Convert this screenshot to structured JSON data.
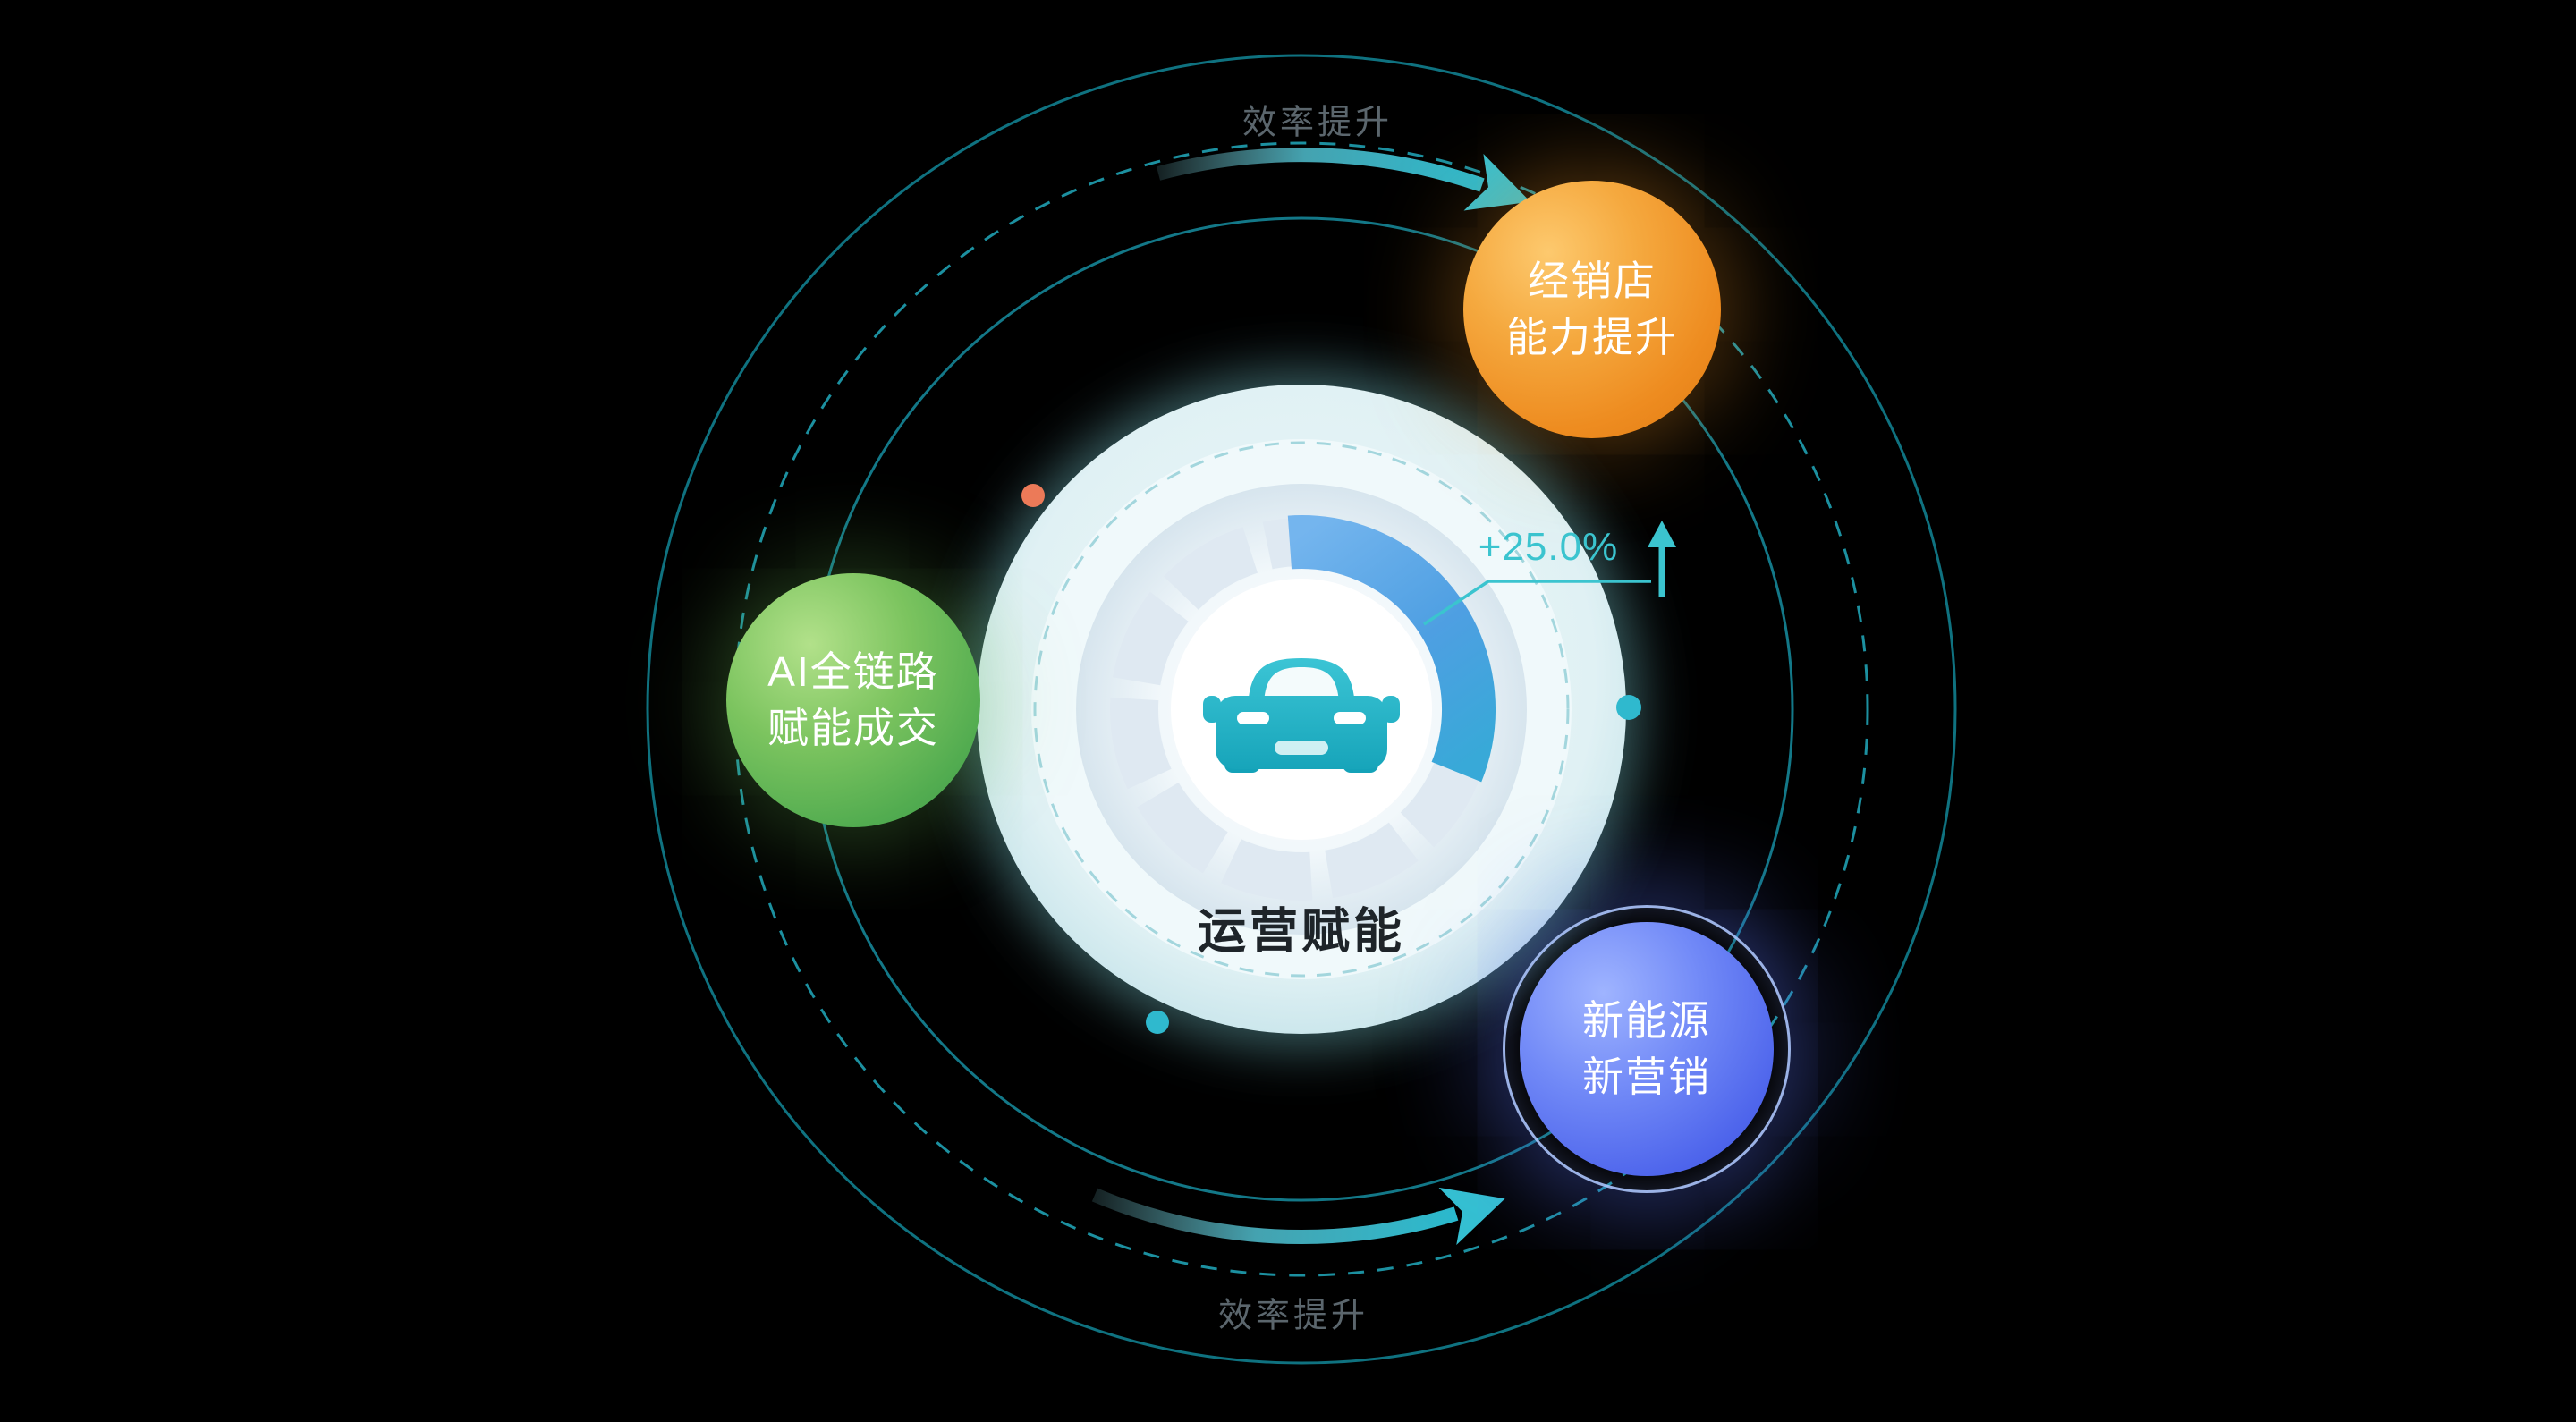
{
  "scene": {
    "background": "#000000"
  },
  "center": {
    "label": "运营赋能",
    "metric": "+25.0%"
  },
  "orbit_labels": {
    "top": "效率提升",
    "bottom": "效率提升"
  },
  "bubbles": {
    "dealer": {
      "line1": "经销店",
      "line2": "能力提升"
    },
    "ai": {
      "line1": "AI全链路",
      "line2": "赋能成交"
    },
    "nev": {
      "line1": "新能源",
      "line2": "新营销"
    }
  },
  "icons": {
    "center": "car-front-icon",
    "flow": "efficiency-arrow-icon",
    "metric": "up-arrow-icon"
  },
  "colors": {
    "accent_teal": "#2FB9CE",
    "ring_teal": "#147A8A",
    "metric_teal": "#3BC4CF",
    "gauge_highlight": "#4E9FE2",
    "bubble_orange": "#EE8C20",
    "bubble_green": "#52AC50",
    "bubble_blue": "#4F66EC",
    "dot_orange": "#EC7A58"
  }
}
